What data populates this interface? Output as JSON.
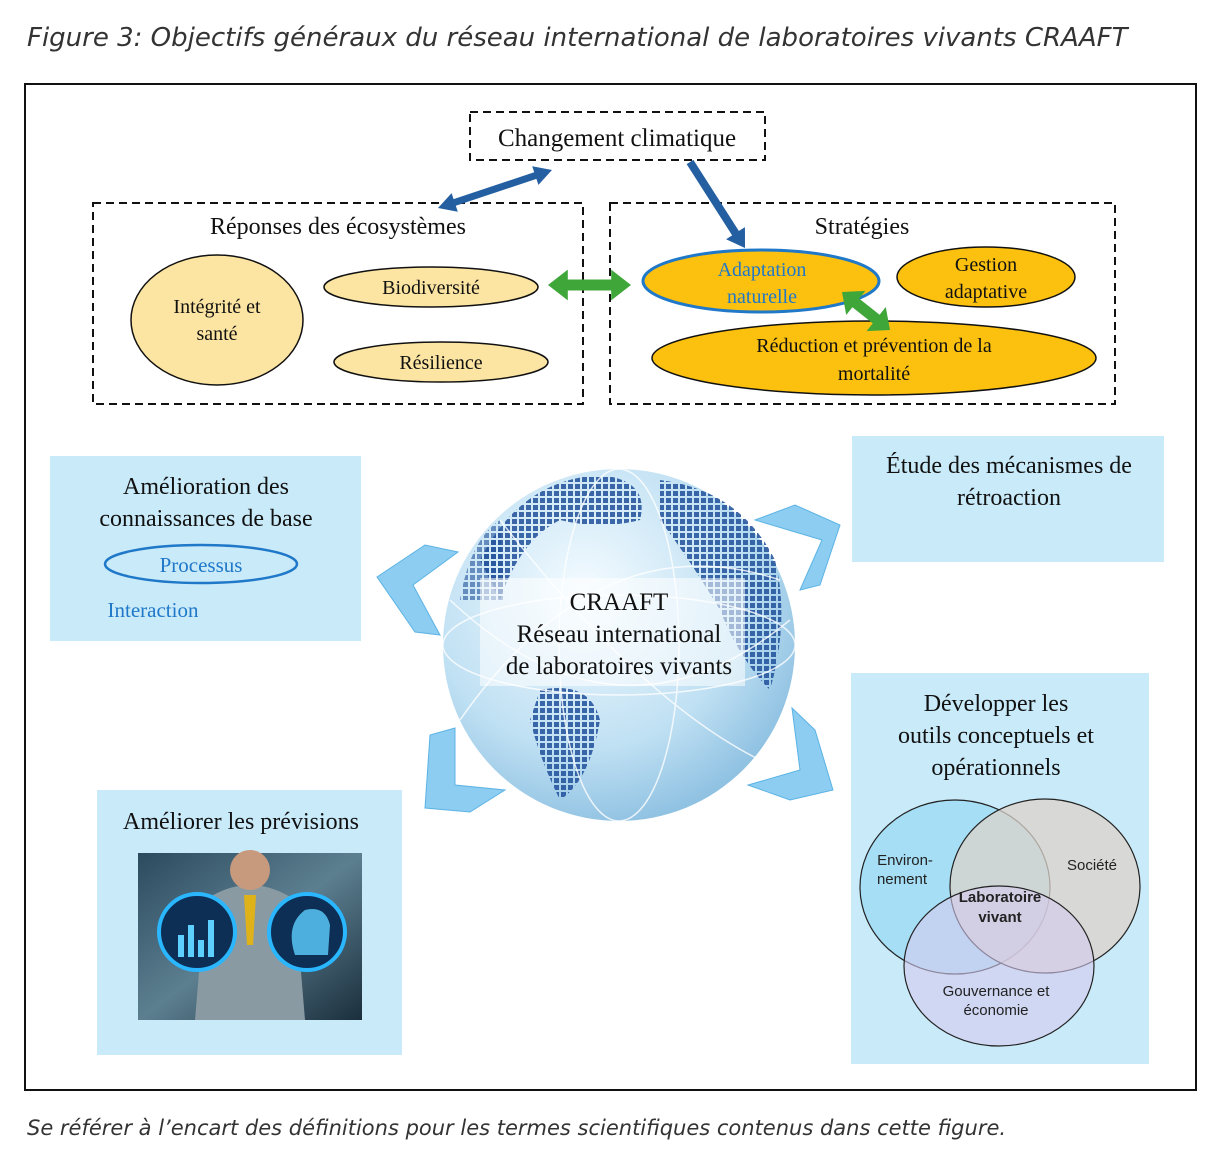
{
  "title": "Figure 3: Objectifs généraux du réseau international de laboratoires vivants CRAAFT",
  "caption": "Se référer à l’encart des définitions pour les termes scientifiques contenus dans cette figure.",
  "top": {
    "climate": "Changement climatique",
    "ecosystems": {
      "title": "Réponses des écosystèmes",
      "integrity": [
        "Intégrité et",
        "santé"
      ],
      "biodiversity": "Biodiversité",
      "resilience": "Résilience"
    },
    "strategies": {
      "title": "Stratégies",
      "natural_adaptation": [
        "Adaptation",
        "naturelle"
      ],
      "adaptive_management": [
        "Gestion",
        "adaptative"
      ],
      "mortality": [
        "Réduction et prévention de la",
        "mortalité"
      ]
    }
  },
  "center": [
    "CRAAFT",
    "Réseau international",
    "de laboratoires vivants"
  ],
  "knowledge": {
    "title": [
      "Amélioration des",
      "connaissances de base"
    ],
    "process": "Processus",
    "interaction": "Interaction"
  },
  "feedback": {
    "title": [
      "Étude des mécanismes de",
      "rétroaction"
    ]
  },
  "forecast": {
    "title": "Améliorer les prévisions"
  },
  "tools": {
    "title": [
      "Développer les",
      "outils conceptuels et",
      "opérationnels"
    ],
    "venn": {
      "environment": [
        "Environ-",
        "nement"
      ],
      "society": "Société",
      "center": [
        "Laboratoire",
        "vivant"
      ],
      "governance": [
        "Gouvernance et",
        "économie"
      ]
    }
  },
  "colors": {
    "panel": "#c9eaf9",
    "gold": "#fcc00f",
    "pale_gold": "#fce5a2",
    "blue_arrow": "#245fa2",
    "green_arrow": "#3fa63a",
    "chevron": "#8ccdf1",
    "accent_text": "#1f78c8"
  }
}
